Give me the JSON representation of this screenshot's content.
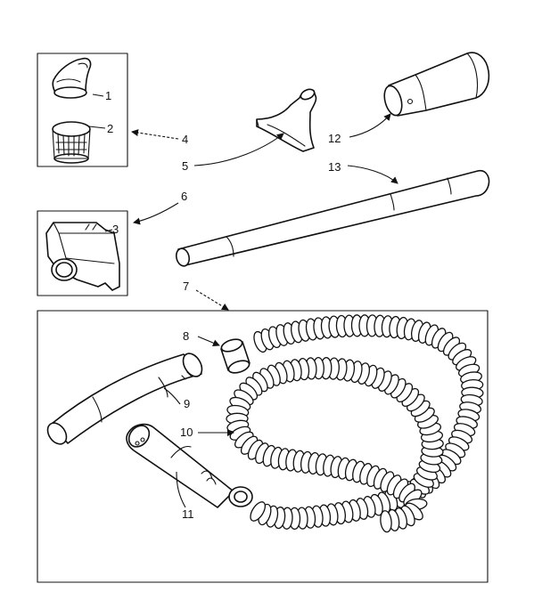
{
  "labels": {
    "p1": "1",
    "p2": "2",
    "p3": "3",
    "p4": "4",
    "p5": "5",
    "p6": "6",
    "p7": "7",
    "p8": "8",
    "p9": "9",
    "p10": "10",
    "p11": "11",
    "p12": "12",
    "p13": "13"
  },
  "colors": {
    "ink": "#111111",
    "paper": "#ffffff"
  }
}
